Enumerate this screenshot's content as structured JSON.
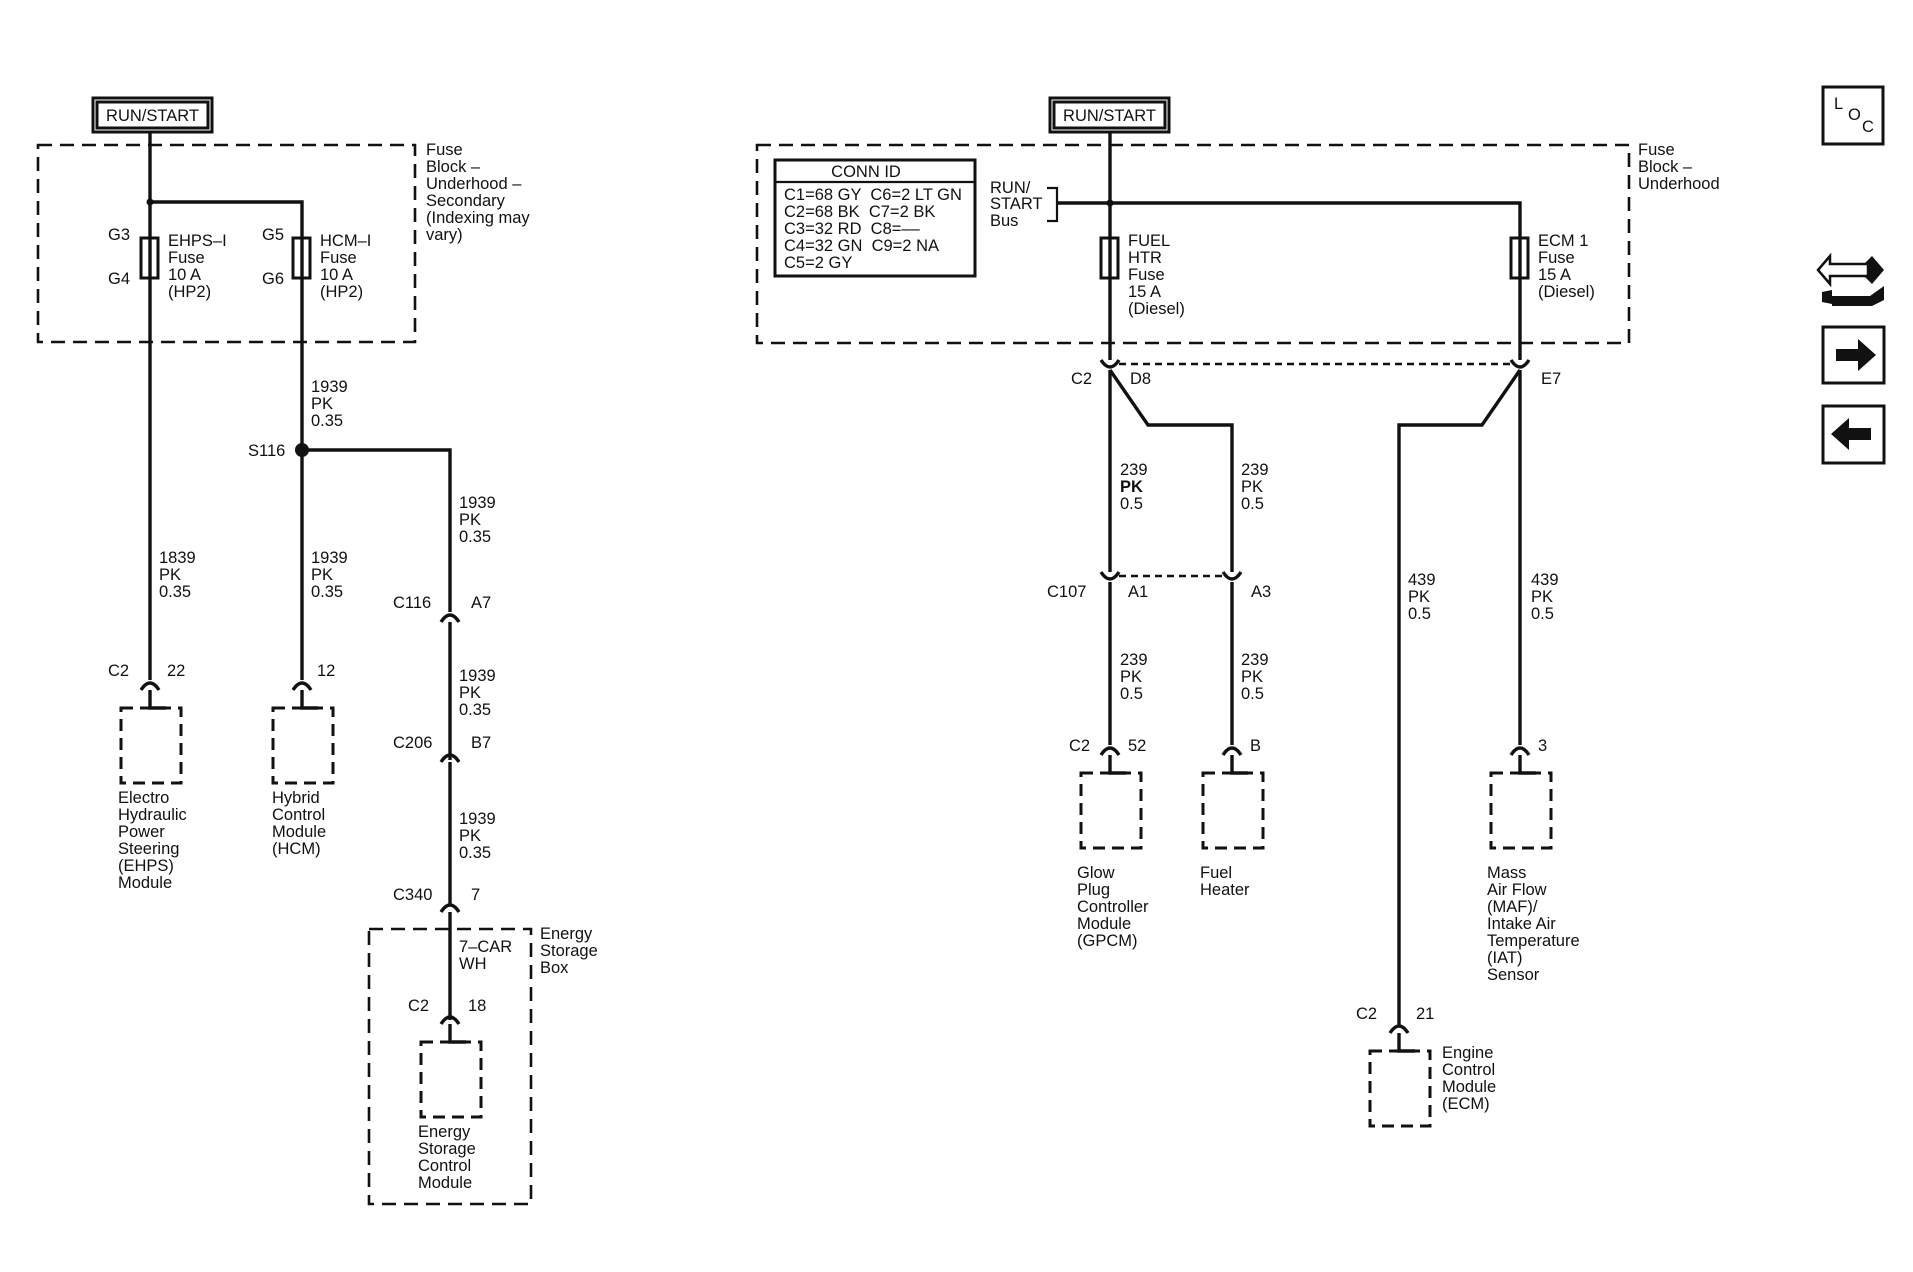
{
  "left": {
    "power_label": "RUN/START",
    "fuse_block": [
      "Fuse",
      "Block –",
      "Underhood –",
      "Secondary",
      "(Indexing may",
      "vary)"
    ],
    "fuse1": {
      "top_pin": "G3",
      "bottom_pin": "G4",
      "lines": [
        "EHPS–I",
        "Fuse",
        "10 A",
        "(HP2)"
      ]
    },
    "fuse2": {
      "top_pin": "G5",
      "bottom_pin": "G6",
      "lines": [
        "HCM–I",
        "Fuse",
        "10 A",
        "(HP2)"
      ]
    },
    "wire_1939_a": [
      "1939",
      "PK",
      "0.35"
    ],
    "splice": "S116",
    "wire_1839": [
      "1839",
      "PK",
      "0.35"
    ],
    "wire_1939_b": [
      "1939",
      "PK",
      "0.35"
    ],
    "wire_1939_c": [
      "1939",
      "PK",
      "0.35"
    ],
    "wire_1939_d": [
      "1939",
      "PK",
      "0.35"
    ],
    "wire_1939_e": [
      "1939",
      "PK",
      "0.35"
    ],
    "conn_c116": {
      "conn": "C116",
      "pin": "A7"
    },
    "conn_c206": {
      "conn": "C206",
      "pin": "B7"
    },
    "conn_c340": {
      "conn": "C340",
      "pin": "7"
    },
    "ehps_conn": {
      "conn": "C2",
      "pin": "22"
    },
    "hcm_conn": {
      "pin": "12"
    },
    "escm_conn": {
      "conn": "C2",
      "pin": "18"
    },
    "wire_7car": [
      "7–CAR",
      "WH"
    ],
    "ehps_module": [
      "Electro",
      "Hydraulic",
      "Power",
      "Steering",
      "(EHPS)",
      "Module"
    ],
    "hcm_module": [
      "Hybrid",
      "Control",
      "Module",
      "(HCM)"
    ],
    "energy_box": [
      "Energy",
      "Storage",
      "Box"
    ],
    "escm_module": [
      "Energy",
      "Storage",
      "Control",
      "Module"
    ]
  },
  "right": {
    "power_label": "RUN/START",
    "fuse_block": [
      "Fuse",
      "Block –",
      "Underhood"
    ],
    "conn_id": {
      "title": "CONN ID",
      "rows": [
        "C1=68 GY  C6=2 LT GN",
        "C2=68 BK  C7=2 BK",
        "C3=32 RD  C8=––",
        "C4=32 GN  C9=2 NA",
        "C5=2 GY"
      ]
    },
    "bus": [
      "RUN/",
      "START",
      "Bus"
    ],
    "fuel_fuse": [
      "FUEL",
      "HTR",
      "Fuse",
      "15 A",
      "(Diesel)"
    ],
    "ecm_fuse": [
      "ECM 1",
      "Fuse",
      "15 A",
      "(Diesel)"
    ],
    "c2_conn": {
      "conn": "C2",
      "pin_a": "D8",
      "pin_b": "E7"
    },
    "wire_239_a": [
      "239",
      "PK",
      "0.5"
    ],
    "wire_239_b": [
      "239",
      "PK",
      "0.5"
    ],
    "c107_conn": {
      "conn": "C107",
      "pin_a": "A1",
      "pin_b": "A3"
    },
    "wire_239_c": [
      "239",
      "PK",
      "0.5"
    ],
    "wire_239_d": [
      "239",
      "PK",
      "0.5"
    ],
    "wire_439_a": [
      "439",
      "PK",
      "0.5"
    ],
    "wire_439_b": [
      "439",
      "PK",
      "0.5"
    ],
    "gpcm_conn": {
      "conn": "C2",
      "pin": "52"
    },
    "heater_conn": {
      "pin": "B"
    },
    "maf_conn": {
      "pin": "3"
    },
    "ecm_conn": {
      "conn": "C2",
      "pin": "21"
    },
    "gpcm_module": [
      "Glow",
      "Plug",
      "Controller",
      "Module",
      "(GPCM)"
    ],
    "heater_module": [
      "Fuel",
      "Heater"
    ],
    "maf_module": [
      "Mass",
      "Air Flow",
      "(MAF)/",
      "Intake Air",
      "Temperature",
      "(IAT)",
      "Sensor"
    ],
    "ecm_module": [
      "Engine",
      "Control",
      "Module",
      "(ECM)"
    ]
  },
  "nav": {
    "loc_icon": "loc-icon",
    "connector_icon": "connector-icon",
    "next_icon": "arrow-right-icon",
    "prev_icon": "arrow-left-icon",
    "loc_letters": [
      "L",
      "O",
      "C"
    ]
  }
}
